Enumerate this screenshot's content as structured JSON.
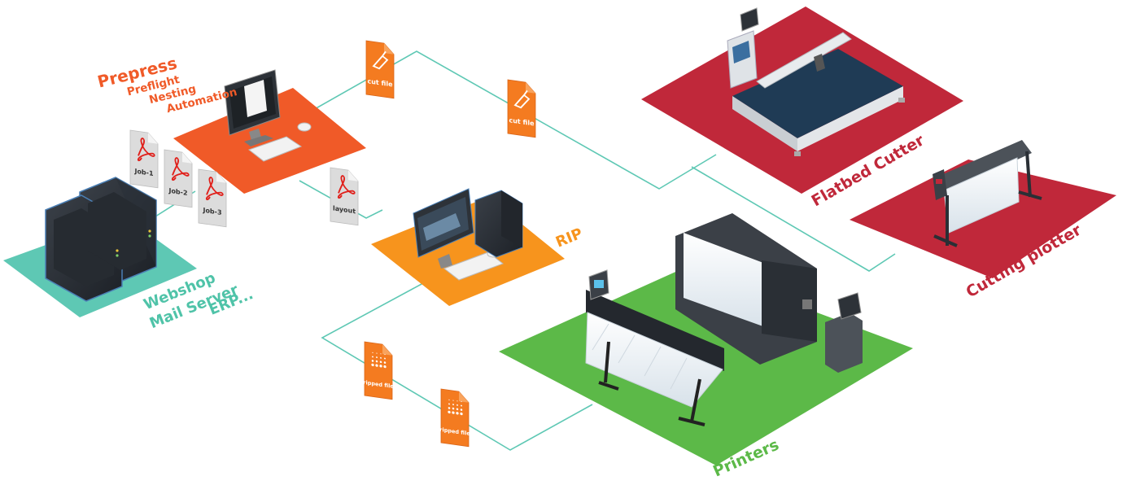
{
  "colors": {
    "prepress": "#f05a28",
    "rip": "#f7941d",
    "server": "#5ec8b4",
    "printers": "#5cb948",
    "cutter": "#c0283a",
    "server_text": "#4fc3a8",
    "rip_text": "#f7941d",
    "printers_text": "#5cb948",
    "cutter_text": "#c0283a",
    "prepress_text": "#f05a28",
    "connector": "#5ec8b4",
    "doc_gray": "#dcdcdc",
    "doc_orange": "#f47b20"
  },
  "prepress": {
    "title": "Prepress",
    "items": [
      "Preflight",
      "Nesting",
      "Automation"
    ]
  },
  "server": {
    "lines": [
      "Webshop",
      "Mail Server",
      "ERP..."
    ]
  },
  "rip": {
    "label": "RIP"
  },
  "printers": {
    "label": "Printers"
  },
  "flatbed": {
    "label": "Flatbed Cutter"
  },
  "plotter": {
    "label": "Cutting plotter"
  },
  "docs": {
    "job1": "Job-1",
    "job2": "Job-2",
    "job3": "Job-3",
    "layout": "layout",
    "cut1": "cut file",
    "cut2": "cut file",
    "ripped1": "ripped file",
    "ripped2": "ripped file"
  },
  "icons": {
    "pdf": "acrobat-pdf-icon",
    "cut": "cutter-knife-icon",
    "ripped": "halftone-dots-icon"
  }
}
